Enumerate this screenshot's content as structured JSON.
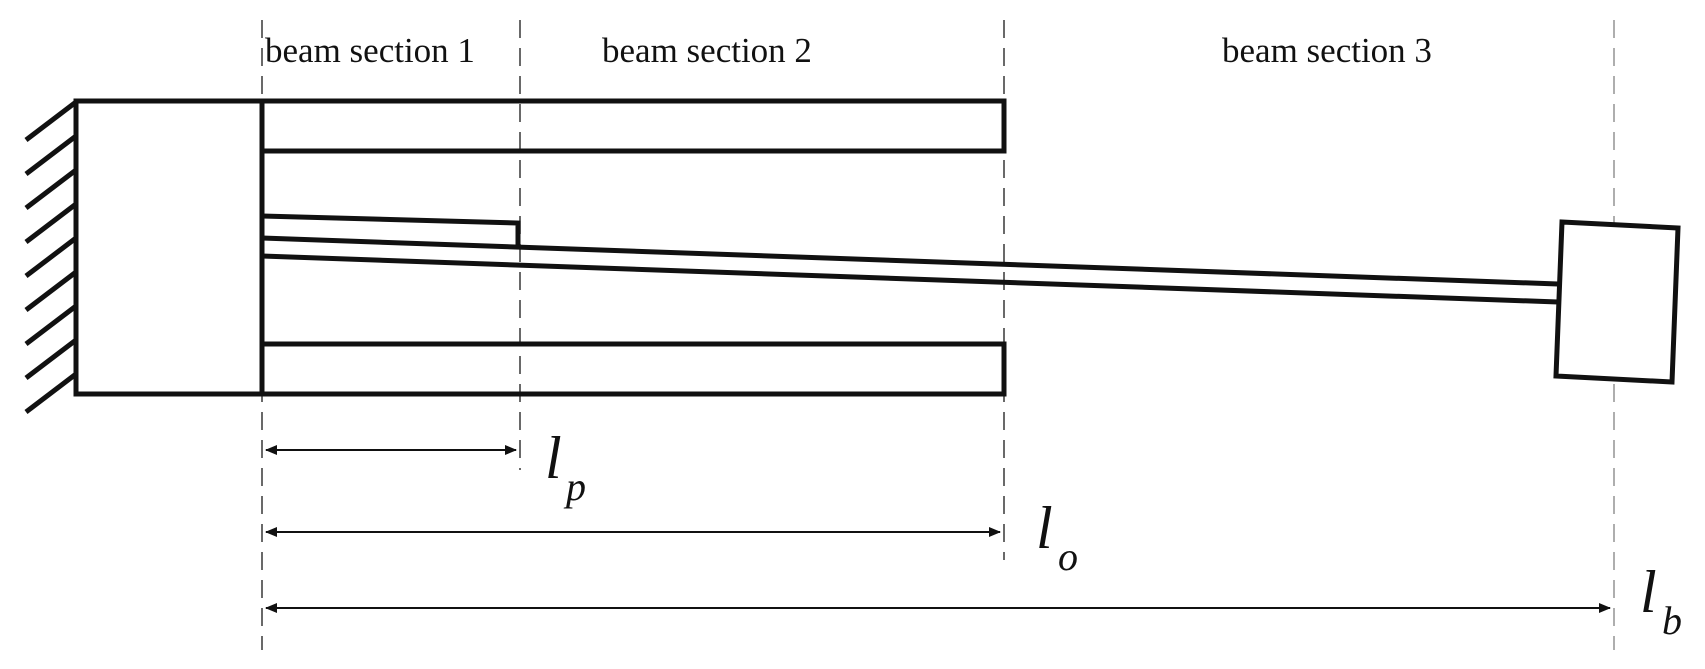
{
  "labels": {
    "section_1": "beam section 1",
    "section_2": "beam section 2",
    "section_3": "beam section 3"
  },
  "dimensions": {
    "lp": {
      "symbol": "l",
      "subscript": "p"
    },
    "lo": {
      "symbol": "l",
      "subscript": "o"
    },
    "lb": {
      "symbol": "l",
      "subscript": "b"
    }
  }
}
